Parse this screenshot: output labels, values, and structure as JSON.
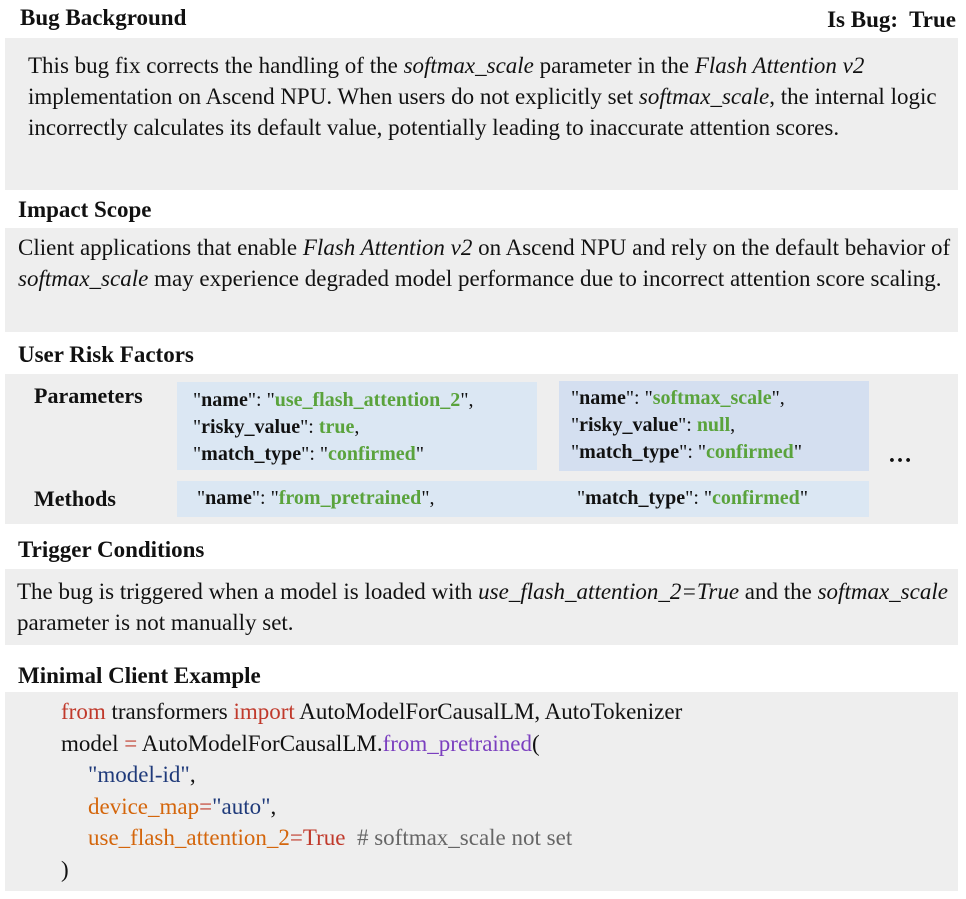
{
  "headers": {
    "bug_background": "Bug Background",
    "impact_scope": "Impact Scope",
    "user_risk_factors": "User Risk Factors",
    "trigger_conditions": "Trigger Conditions",
    "minimal_client_example": "Minimal Client Example"
  },
  "is_bug": {
    "label": "Is Bug:",
    "value": "True"
  },
  "bug_background": {
    "p1": "This bug fix corrects the handling of the ",
    "term1": "softmax_scale",
    "p2": " parameter in the ",
    "term2": "Flash Attention v2",
    "p3": " implementation on Ascend NPU. When users do not explicitly set ",
    "term3": "softmax_scale",
    "p4": ", the internal logic incorrectly calculates its default value, potentially leading to inaccurate attention scores."
  },
  "impact_scope": {
    "p1": "Client applications that enable ",
    "term1": "Flash Attention v2",
    "p2": " on Ascend NPU and rely on the default behavior of ",
    "term2": "softmax_scale",
    "p3": " may experience degraded model performance due to incorrect attention score scaling."
  },
  "risk": {
    "parameters_label": "Parameters",
    "methods_label": "Methods",
    "ellipsis": "…",
    "param1": {
      "name_key": "name",
      "name_val": "use_flash_attention_2",
      "risky_key": "risky_value",
      "risky_val": "true",
      "match_key": "match_type",
      "match_val": "confirmed"
    },
    "param2": {
      "name_key": "name",
      "name_val": "softmax_scale",
      "risky_key": "risky_value",
      "risky_val": "null",
      "match_key": "match_type",
      "match_val": "confirmed"
    },
    "method1": {
      "name_key": "name",
      "name_val": "from_pretrained",
      "match_key": "match_type",
      "match_val": "confirmed"
    }
  },
  "trigger": {
    "p1": "The bug is triggered when a model is loaded with ",
    "term1": "use_flash_attention_2=True",
    "p2": " and the ",
    "term2": "softmax_scale",
    "p3": " parameter is not manually set."
  },
  "code": {
    "l1_kw1": "from",
    "l1_t1": " transformers ",
    "l1_kw2": "import",
    "l1_t2": " AutoModelForCausalLM, AutoTokenizer",
    "l2_t1": "model ",
    "l2_op": "=",
    "l2_t2": " AutoModelForCausalLM.",
    "l2_fn": "from_pretrained",
    "l2_t3": "(",
    "l3_str": "\"model-id\"",
    "l3_t": ",",
    "l4_arg": "device_map",
    "l4_op": "=",
    "l4_str": "\"auto\"",
    "l4_t": ",",
    "l5_arg": "use_flash_attention_2",
    "l5_op": "=",
    "l5_val": "True",
    "l5_cmt": "  # softmax_scale not set",
    "l6_t": ")"
  }
}
